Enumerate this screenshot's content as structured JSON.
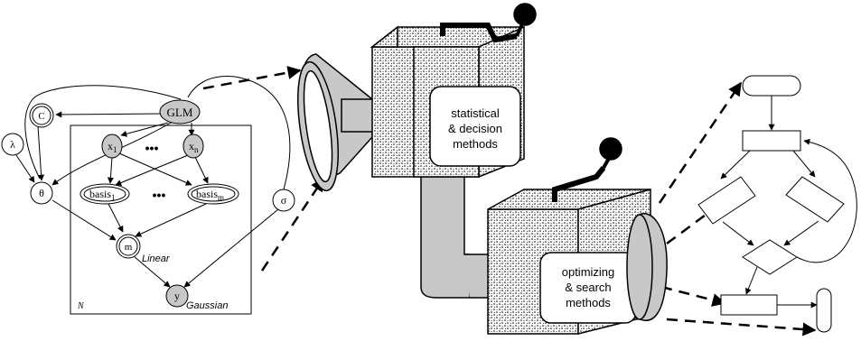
{
  "bayes_net": {
    "plate_label": "N",
    "nodes": {
      "glm": "GLM",
      "c": "C",
      "lambda": "λ",
      "theta": "θ",
      "x1_base": "x",
      "x1_sub": "1",
      "xn_base": "x",
      "xn_sub": "n",
      "dots_top": "•••",
      "dots_mid": "•••",
      "basis1_base": "basis",
      "basis1_sub": "1",
      "basism_base": "basis",
      "basism_sub": "m",
      "sigma": "σ",
      "m": "m",
      "y": "y"
    },
    "annotations": {
      "linear": "Linear",
      "gaussian": "Gaussian"
    }
  },
  "machines": {
    "top_screen": [
      "statistical",
      "& decision",
      "methods"
    ],
    "bottom_screen": [
      "optimizing",
      "& search",
      "methods"
    ]
  },
  "colors": {
    "node_fill": "#c8c8c8",
    "machine_gray": "#c8c8c8",
    "stroke": "#000000"
  }
}
